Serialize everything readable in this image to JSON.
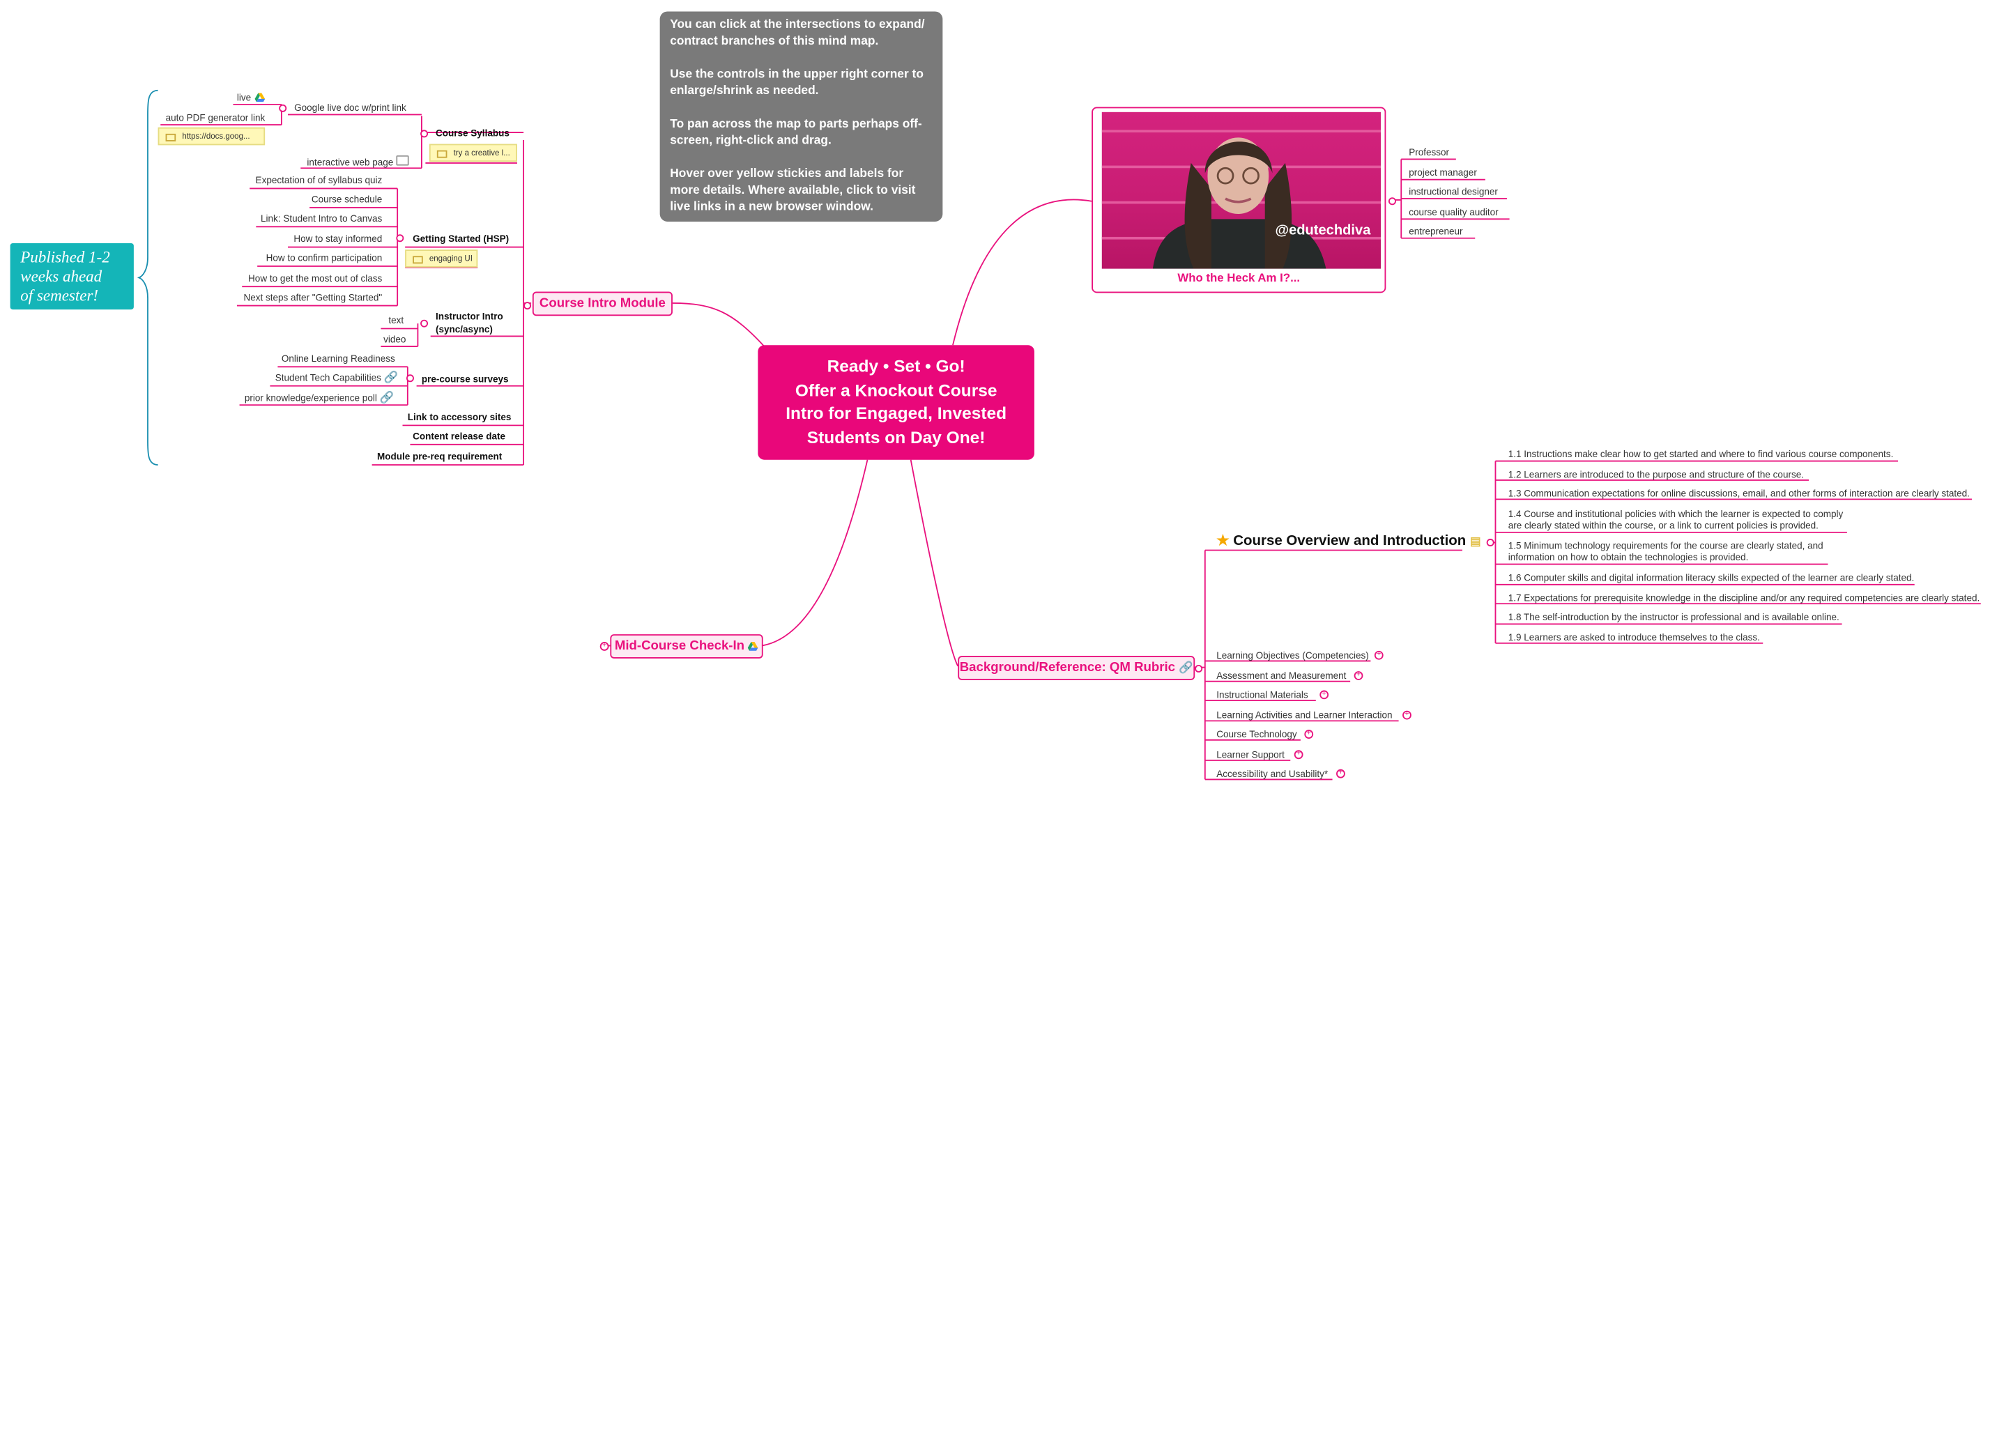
{
  "central_topic": "Ready • Set • Go!\nOffer a Knockout Course\nIntro for Engaged, Invested\nStudents on Day One!",
  "instructions": [
    "You can click at the intersections to expand/ contract branches of this mind map.",
    "Use the controls in the upper right corner to enlarge/shrink as needed.",
    "To pan across the map to parts perhaps off-screen, right-click and drag.",
    "Hover over yellow stickies and labels for more details. Where available, click to visit live links in a new browser window."
  ],
  "published_label": "Published 1-2\nweeks ahead\nof semester!",
  "course_intro": {
    "title": "Course Intro Module",
    "syllabus": {
      "title": "Course Syllabus",
      "google_doc": "Google live doc w/print link",
      "live": "live",
      "auto_pdf": "auto PDF generator link",
      "docs_sticky": "https://docs.goog...",
      "web_page": "interactive web page",
      "creative_sticky": "try a creative l..."
    },
    "getting_started": {
      "title": "Getting Started (HSP)",
      "sticky": "engaging UI",
      "items": [
        "Expectation of of syllabus quiz",
        "Course schedule",
        "Link: Student Intro to Canvas",
        "How to stay informed",
        "How to confirm participation",
        "How to get the most out of class",
        "Next steps after \"Getting Started\""
      ]
    },
    "instructor_intro": {
      "title": "Instructor Intro\n(sync/async)",
      "items": [
        "text",
        "video"
      ]
    },
    "surveys": {
      "title": "pre-course surveys",
      "items": [
        "Online Learning Readiness",
        "Student Tech Capabilities",
        "prior knowledge/experience poll"
      ]
    },
    "other": [
      "Link to accessory sites",
      "Content release date",
      "Module pre-req requirement"
    ]
  },
  "who": {
    "title": "Who the Heck Am I?...",
    "photo_caption": "@edutechdiva",
    "roles": [
      "Professor",
      "project manager",
      "instructional designer",
      "course quality auditor",
      "entrepreneur"
    ]
  },
  "mid_course": "Mid-Course Check-In",
  "qm": {
    "title": "Background/Reference: QM Rubric",
    "overview_title": "Course Overview and Introduction",
    "standards": [
      "1.1 Instructions make clear how to get started and where to find various course components.",
      "1.2 Learners are introduced to the purpose and structure of the course.",
      "1.3 Communication expectations for online discussions, email, and other forms of interaction are clearly stated.",
      "1.4 Course and institutional policies with which the learner is expected to comply\nare clearly stated within the course, or a link to current policies is provided.",
      "1.5 Minimum technology requirements for the course are clearly stated, and\ninformation on how to obtain the technologies is provided.",
      "1.6 Computer skills and digital information literacy skills expected of the learner are clearly stated.",
      "1.7 Expectations for prerequisite knowledge in the discipline and/or any required competencies are clearly stated.",
      "1.8 The self-introduction by the instructor is professional and is available online.",
      "1.9 Learners are asked to introduce themselves to the class."
    ],
    "categories": [
      "Learning Objectives (Competencies)",
      "Assessment and Measurement",
      "Instructional Materials",
      "Learning Activities and Learner Interaction",
      "Course Technology",
      "Learner Support",
      "Accessibility and Usability*"
    ]
  },
  "colors": {
    "accent": "#e9127e",
    "central_bg": "#e9077a",
    "instructions_bg": "#7a7a7a",
    "published_bg": "#14b5b8",
    "sticky_bg": "#fff8b8"
  }
}
